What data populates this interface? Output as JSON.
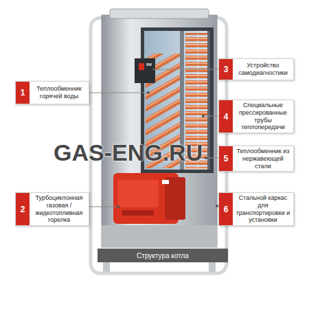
{
  "diagram": {
    "caption": "Структура котла",
    "nodes": [
      {
        "text": [
          "3",
          "Устройство самодиагностики"
        ]
      },
      {
        "text": [
          "1",
          "Теплообменник горячей воды"
        ]
      },
      {
        "text": [
          "4",
          "Специальные прессированные трубы теплопередачи"
        ]
      },
      {
        "text": [
          "5",
          "Теплообменник из нержавеющей стали"
        ]
      },
      {
        "text": [
          "2",
          "Турбоциклонная газовая / жидкотопливная горелка"
        ]
      },
      {
        "text": [
          "6",
          "Стальной каркас для транспортировки и установки"
        ]
      }
    ],
    "labels": [
      "GAS-ENG.RU"
    ]
  }
}
